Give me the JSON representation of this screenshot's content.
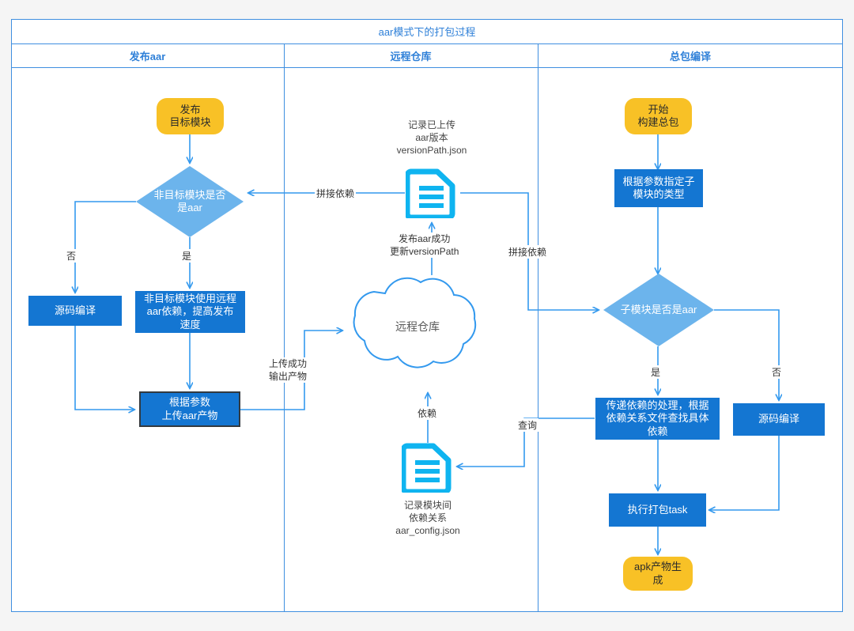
{
  "diagram": {
    "title": "aar模式下的打包过程",
    "lanes": [
      {
        "label": "发布aar"
      },
      {
        "label": "远程仓库"
      },
      {
        "label": "总包编译"
      }
    ],
    "colors": {
      "lane_border": "#3f8fe0",
      "lane_title": "#2f80d8",
      "terminator": "#f8c126",
      "process": "#1476d2",
      "decision": "#6cb4ec",
      "connector": "#3399ee",
      "doc_icon": "#0fb4f0",
      "selected_border": "#333a40"
    }
  },
  "nodes": {
    "publish_start": "发布\n目标模块",
    "decision_nontarget": "非目标模块是否\n是aar",
    "source_compile_left": "源码编译",
    "nontarget_use_remote": "非目标模块使用远程\naar依赖，提高发布\n速度",
    "upload_aar": "根据参数\n上传aar产物",
    "repo_cloud": "远程仓库",
    "version_doc_note": "记录已上传\naar版本\nversionPath.json",
    "config_doc_note": "记录模块间\n依赖关系\naar_config.json",
    "build_start": "开始\n构建总包",
    "specify_submodule_type": "根据参数指定子\n模块的类型",
    "decision_submodule": "子模块是否是aar",
    "transitive_deps": "传递依赖的处理，根据\n依赖关系文件查找具体\n依赖",
    "source_compile_right": "源码编译",
    "run_pack_task": "执行打包task",
    "apk_generated": "apk产物生\n成"
  },
  "edge_labels": {
    "no_left": "否",
    "yes_left": "是",
    "splice_dep_left": "拼接依赖",
    "publish_success": "发布aar成功\n更新versionPath",
    "upload_success": "上传成功\n输出产物",
    "splice_dep_right": "拼接依赖",
    "dependency": "依赖",
    "query": "查询",
    "yes_right": "是",
    "no_right": "否"
  }
}
